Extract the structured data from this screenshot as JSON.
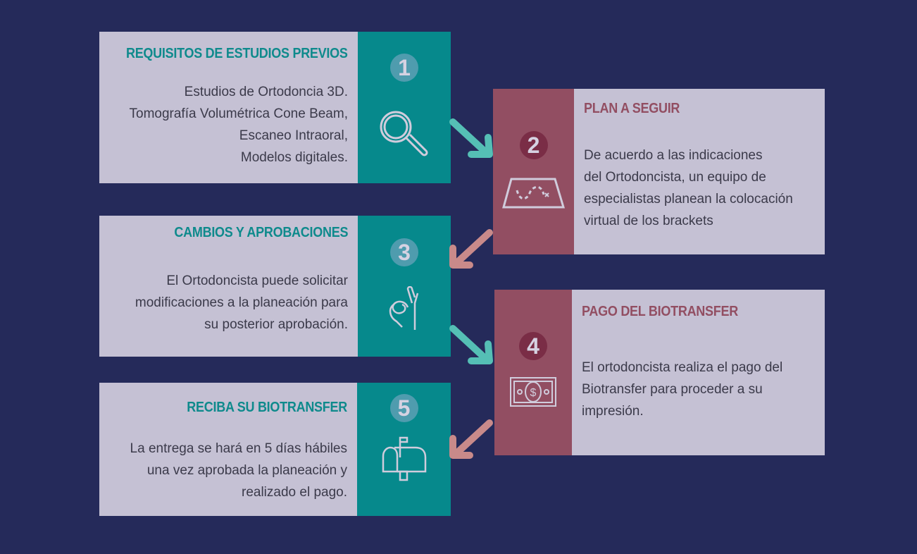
{
  "colors": {
    "background": "#252a5a",
    "card": "#c5c1d4",
    "teal": "#06898c",
    "mauve": "#924e62",
    "arrow_teal": "#55bfb5",
    "arrow_pink": "#c98a8a"
  },
  "steps": [
    {
      "number": "1",
      "title": "REQUISITOS DE ESTUDIOS PREVIOS",
      "lines": [
        "Estudios de Ortodoncia 3D.",
        "Tomografía Volumétrica Cone Beam,",
        "Escaneo Intraoral,",
        "Modelos digitales."
      ],
      "icon": "magnifier-icon"
    },
    {
      "number": "2",
      "title": "PLAN A SEGUIR",
      "lines": [
        "De acuerdo a las indicaciones",
        "del Ortodoncista, un equipo de",
        "especialistas planean la colocación",
        "virtual de los brackets"
      ],
      "icon": "map-icon"
    },
    {
      "number": "3",
      "title": "CAMBIOS Y APROBACIONES",
      "lines": [
        "El Ortodoncista puede solicitar",
        "modificaciones a la planeación para",
        "su posterior aprobación."
      ],
      "icon": "ok-hand-icon"
    },
    {
      "number": "4",
      "title": "PAGO DEL BIOTRANSFER",
      "lines": [
        "El ortodoncista realiza el pago del",
        "Biotransfer para proceder a su",
        "impresión."
      ],
      "icon": "banknote-icon"
    },
    {
      "number": "5",
      "title": "RECIBA SU BIOTRANSFER",
      "lines": [
        "La entrega se hará en 5 días hábiles",
        "una vez aprobada la planeación y",
        "realizado el pago."
      ],
      "icon": "mailbox-icon"
    }
  ]
}
